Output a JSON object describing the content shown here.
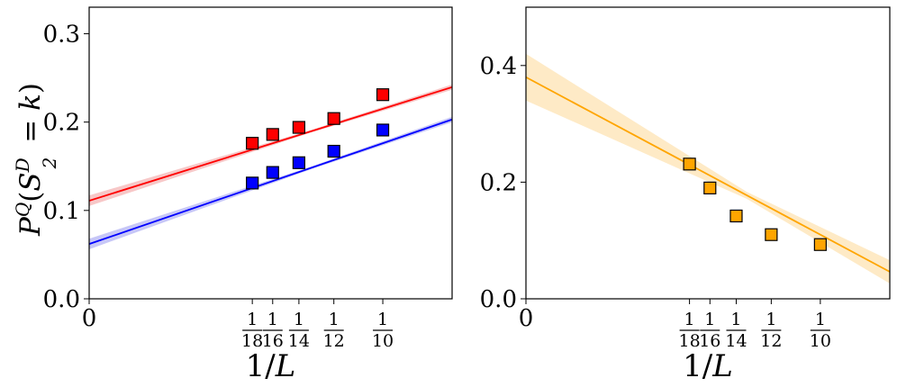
{
  "colors": {
    "red": "#ff0000",
    "blue": "#0000ff",
    "orange": "#ffa500",
    "red_band": "#f4b4b4",
    "blue_band": "#b4b4f4",
    "orange_band": "#fde3b3"
  },
  "chart_data": [
    {
      "type": "scatter",
      "xlabel": "1/L",
      "ylabel": "P^Q(S_2^D = k)",
      "xlim": [
        0,
        0.1236
      ],
      "ylim": [
        0,
        0.33
      ],
      "yticks": [
        0.0,
        0.1,
        0.2,
        0.3
      ],
      "ytick_labels": [
        "0.0",
        "0.1",
        "0.2",
        "0.3"
      ],
      "xticks": [
        0,
        0.05556,
        0.0625,
        0.07143,
        0.08333,
        0.1
      ],
      "xtick_labels": [
        {
          "text": "0"
        },
        {
          "num": "1",
          "den": "18"
        },
        {
          "num": "1",
          "den": "16"
        },
        {
          "num": "1",
          "den": "14"
        },
        {
          "num": "1",
          "den": "12"
        },
        {
          "num": "1",
          "den": "10"
        }
      ],
      "series": [
        {
          "color": "red",
          "x": [
            0.05556,
            0.0625,
            0.07143,
            0.08333,
            0.1
          ],
          "y": [
            0.176,
            0.186,
            0.194,
            0.204,
            0.231
          ],
          "fit": {
            "intercept": 0.111,
            "slope": 1.04
          }
        },
        {
          "color": "blue",
          "x": [
            0.05556,
            0.0625,
            0.07143,
            0.08333,
            0.1
          ],
          "y": [
            0.131,
            0.143,
            0.154,
            0.167,
            0.191
          ],
          "fit": {
            "intercept": 0.062,
            "slope": 1.14
          }
        }
      ]
    },
    {
      "type": "scatter",
      "xlabel": "1/L",
      "ylabel": "",
      "xlim": [
        0,
        0.1236
      ],
      "ylim": [
        0,
        0.5
      ],
      "yticks": [
        0.0,
        0.2,
        0.4
      ],
      "ytick_labels": [
        "0.0",
        "0.2",
        "0.4"
      ],
      "xticks": [
        0,
        0.05556,
        0.0625,
        0.07143,
        0.08333,
        0.1
      ],
      "xtick_labels": [
        {
          "text": "0"
        },
        {
          "num": "1",
          "den": "18"
        },
        {
          "num": "1",
          "den": "16"
        },
        {
          "num": "1",
          "den": "14"
        },
        {
          "num": "1",
          "den": "12"
        },
        {
          "num": "1",
          "den": "10"
        }
      ],
      "series": [
        {
          "color": "orange",
          "x": [
            0.05556,
            0.0625,
            0.07143,
            0.08333,
            0.1
          ],
          "y": [
            0.231,
            0.19,
            0.142,
            0.11,
            0.093
          ],
          "fit": {
            "intercept": 0.38,
            "slope": -2.7
          }
        }
      ]
    }
  ]
}
